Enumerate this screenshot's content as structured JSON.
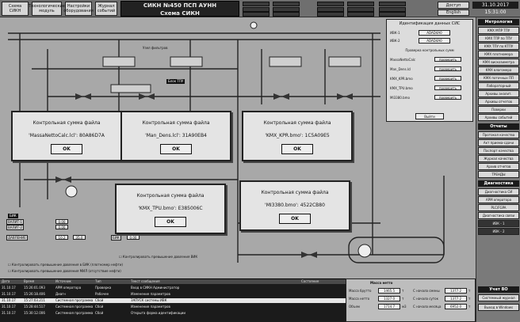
{
  "topbar": {
    "buttons": [
      "Схема СИКН",
      "Технологические модуль",
      "Настройки оборудования",
      "Журнал событий"
    ],
    "title_line1": "СИКН №450 ПСП АУНН",
    "title_line2": "Схема СИКН",
    "entry_label": "Доступ",
    "english_label": "English",
    "datetime": "31.10.2017 15:31:00"
  },
  "right_panel": {
    "header": "Метрология",
    "items": [
      "КМХ МПР ТПУ",
      "КМХ ТПР по ТПУ",
      "КМХ ТПУ по КТПУ",
      "КМХ плотномера",
      "КМХ вискозиметра",
      "КМХ влагомера",
      "КМХ поточных ПП",
      "Лабораторный",
      "Архивы аналит.",
      "Архивы отчетов",
      "Поверки",
      "Архивы событий"
    ],
    "reports_header": "Отчеты",
    "reports": [
      "Протокол качества",
      "Акт приема-сдачи",
      "Паспорт качества",
      "Журнал качества",
      "Архив отчетов",
      "ТРЕНДЫ"
    ],
    "diag_header": "Диагностика",
    "diag": [
      "Диагностика СИ",
      "АРМ оператора",
      "PLC/FGPA",
      "Диагностика связи",
      "ИВК - 1",
      "ИВК - 2"
    ],
    "acc_header": "Учет ВО",
    "acc": [
      "Системный журнал",
      "Выход в Windows"
    ]
  },
  "dialogs": [
    {
      "title": "Контрольная сумма файла",
      "text": "'MassaNettoCalc.lcl': 80A86D7A",
      "ok": "OK"
    },
    {
      "title": "Контрольная сумма файла",
      "text": "'Man_Dens.lcl': 31A90EB4",
      "ok": "OK"
    },
    {
      "title": "Контрольная сумма файла",
      "text": "'KMX_KPR.bmo': 1C5A09E5",
      "ok": "OK"
    },
    {
      "title": "Контрольная сумма файла",
      "text": "'KMX_TPU.bmo': E385006C",
      "ok": "OK"
    },
    {
      "title": "Контрольная сумма файла",
      "text": "'MI3380.bmo': 4522CB80",
      "ok": "OK"
    }
  ],
  "srs": {
    "title": "Идентификация данных СИС",
    "rows": [
      {
        "label": "ИВК-1",
        "value": "ADAD4A0"
      },
      {
        "label": "ИВК-2",
        "value": "ADAD4A0"
      }
    ],
    "subtitle": "Проверка контрольных сумм",
    "files": [
      {
        "label": "MassaNettoCalc",
        "action": "проверить"
      },
      {
        "label": "Man_Dens.lcl",
        "action": "проверить"
      },
      {
        "label": "KMX_KPR.bmo",
        "action": "проверить"
      },
      {
        "label": "KMX_TPU.bmo",
        "action": "проверить"
      },
      {
        "label": "MI3380.bmo",
        "action": "проверить"
      }
    ],
    "exit": "Выйти"
  },
  "mimic": {
    "top_label": "Узел фильтров",
    "mid_label": "Блок ТПУ",
    "bik_label": "БИК",
    "tag_labels": [
      "ВАЛИТ-1",
      "ВАЛИТ-2",
      "ДАВЛЕНИЕ",
      "ТПУ",
      "БИК"
    ],
    "values": [
      "0.00",
      "0.00",
      "10.2",
      "35.0",
      "0.00",
      "0.00"
    ],
    "checkbox_labels": [
      "Контролировать превышение давления ВИК",
      "Контролировать превышение давления в БИК (плотномер нефти)",
      "Контролировать превышение давления МИЛ (отсутствие нефти)"
    ]
  },
  "log": {
    "headers": [
      "Дата",
      "Время",
      "Источник",
      "Тип",
      "Текст сообщения",
      "Состояние"
    ],
    "rows": [
      [
        "31.10.17",
        "15:26:01.093",
        "АРМ оператора",
        "Проверка",
        "Вход в СИКН Администратор",
        ""
      ],
      [
        "31.10.17",
        "15:26:18.406",
        "Диагн",
        "Рабочее",
        "Изменение параметров",
        ""
      ],
      [
        "31.10.17",
        "15:27:03.211",
        "Системная программа",
        "Сбой",
        "ЗАПУСК системы ИВК",
        ""
      ],
      [
        "31.10.17",
        "15:28:44.517",
        "Системная программа",
        "Сбой",
        "Изменение параметров",
        ""
      ],
      [
        "31.10.17",
        "15:30:12.006",
        "Системная программа",
        "Сбой",
        "Открыта форма идентификации",
        ""
      ]
    ]
  },
  "mass": {
    "header": "Масса нетто",
    "rows": [
      {
        "label": "Масса брутто",
        "v": "1465.5",
        "u": "т"
      },
      {
        "label": "Масса нетто",
        "v": "1327.0",
        "u": "т"
      },
      {
        "label": "Объем",
        "v": "1714.7",
        "u": "м3"
      }
    ],
    "right_rows": [
      {
        "label": "С начала смены",
        "v": "1377.2",
        "u": "т"
      },
      {
        "label": "С начала суток",
        "v": "1377.2",
        "u": "т"
      },
      {
        "label": "С начала месяца",
        "v": "6952.0",
        "u": "т"
      }
    ]
  }
}
